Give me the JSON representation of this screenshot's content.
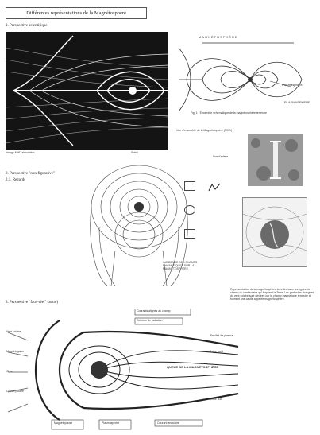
{
  "page": {
    "title": "Différentes représentations de la Magnétosphère"
  },
  "sections": [
    {
      "heading": "1. Perspective scientifique"
    },
    {
      "heading": "2. Perspective \"non-figurative\""
    },
    {
      "heading": "3. Perspective \"faux-réel\" (autre)"
    }
  ],
  "sub_headings": {
    "perspective2_b": "2.1. Regards"
  },
  "diagram1": {
    "top_label": "MAGNÉTOSPHÈRE",
    "right_label": "PLASMASPHERE",
    "right_small": "Plasmasphere",
    "caption": "Fig. 1 : Ensemble schématique de la magnétosphère terrestre"
  },
  "captions": {
    "left_photo": "Image MHD simulation",
    "left_photo_right": "Soleil",
    "mid_note": "Vue d'ensemble de la Magnétosphère (MHD)",
    "right_top_small": "Vue d'artiste",
    "box_mid": "INCIDENCE DES CHAMPS MAGNÉTIQUES SUR LA MAGNÉTOSPHÈRE"
  },
  "paragraph": "Représentation de la magnétosphère terrestre avec les lignes de champ du vent solaire qui frappent la Terre. Les particules chargées du vent solaire sont déviées par le champ magnétique terrestre et forment une cavité appelée magnétosphère.",
  "bottom_diagram": {
    "center_label": "QUEUE DE LA MAGNÉTOSPHÈRE",
    "left_labels": [
      "Vent solaire",
      "Magnétogaine",
      "Choc",
      "Cornet polaire"
    ],
    "right_labels": [
      "Feuillet de plasma",
      "Lobe nord",
      "Lobe sud"
    ],
    "top_boxes": [
      "Courants alignés au champ",
      "Ceinture de radiation"
    ],
    "bottom_boxes": [
      "Magnétopause",
      "Plasmasphère",
      "Courant annulaire"
    ]
  }
}
